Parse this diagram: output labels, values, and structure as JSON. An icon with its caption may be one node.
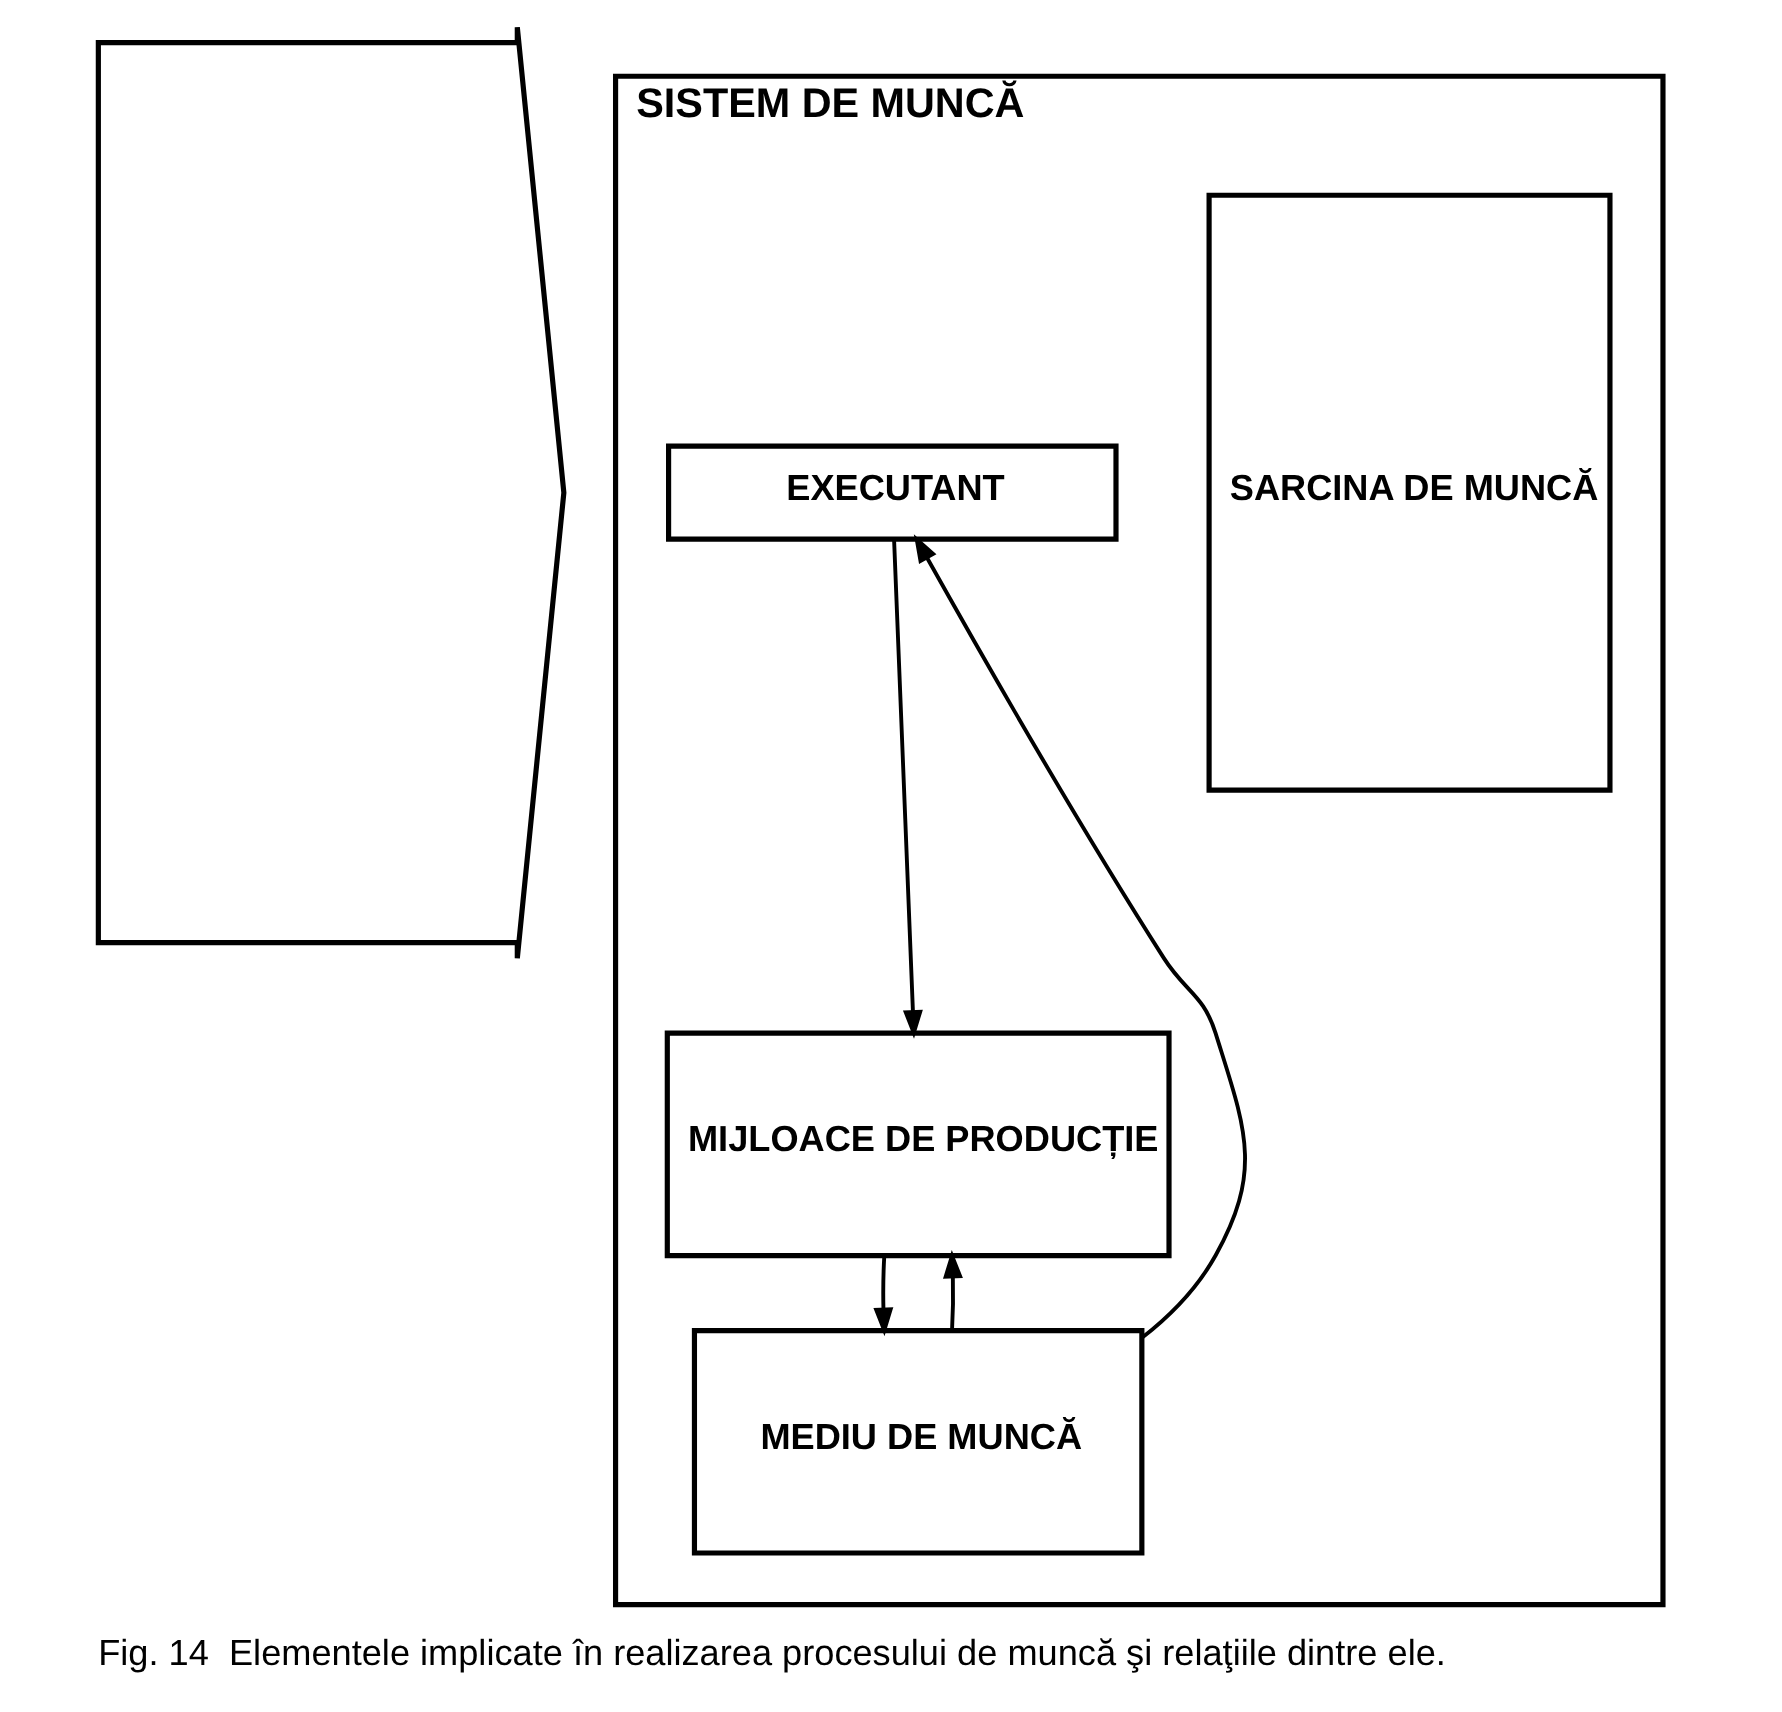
{
  "diagram": {
    "caption": "Fig. 14  Elementele implicate în realizarea procesului de muncă şi relaţiile dintre ele.",
    "nodes": [
      {
        "text": [],
        "shape": "arrow"
      },
      {
        "text": [
          "SISTEM DE MUNCĂ"
        ]
      },
      {
        "text": [
          "SARCINA DE MUNCĂ"
        ],
        "in": 1
      },
      {
        "text": [
          "EXECUTANT"
        ],
        "in": 1
      },
      {
        "text": [
          "MIJLOACE DE PRODUCȚIE"
        ],
        "in": 1
      },
      {
        "text": [
          "MEDIU DE MUNCĂ"
        ],
        "in": 1
      }
    ],
    "edges": [
      {
        "from": 3,
        "to": 4,
        "arrow": "to"
      },
      {
        "from": 4,
        "to": 5,
        "arrow": "to"
      },
      {
        "from": 5,
        "to": 4,
        "arrow": "to"
      },
      {
        "from": 5,
        "to": 3,
        "arrow": "to"
      }
    ]
  }
}
